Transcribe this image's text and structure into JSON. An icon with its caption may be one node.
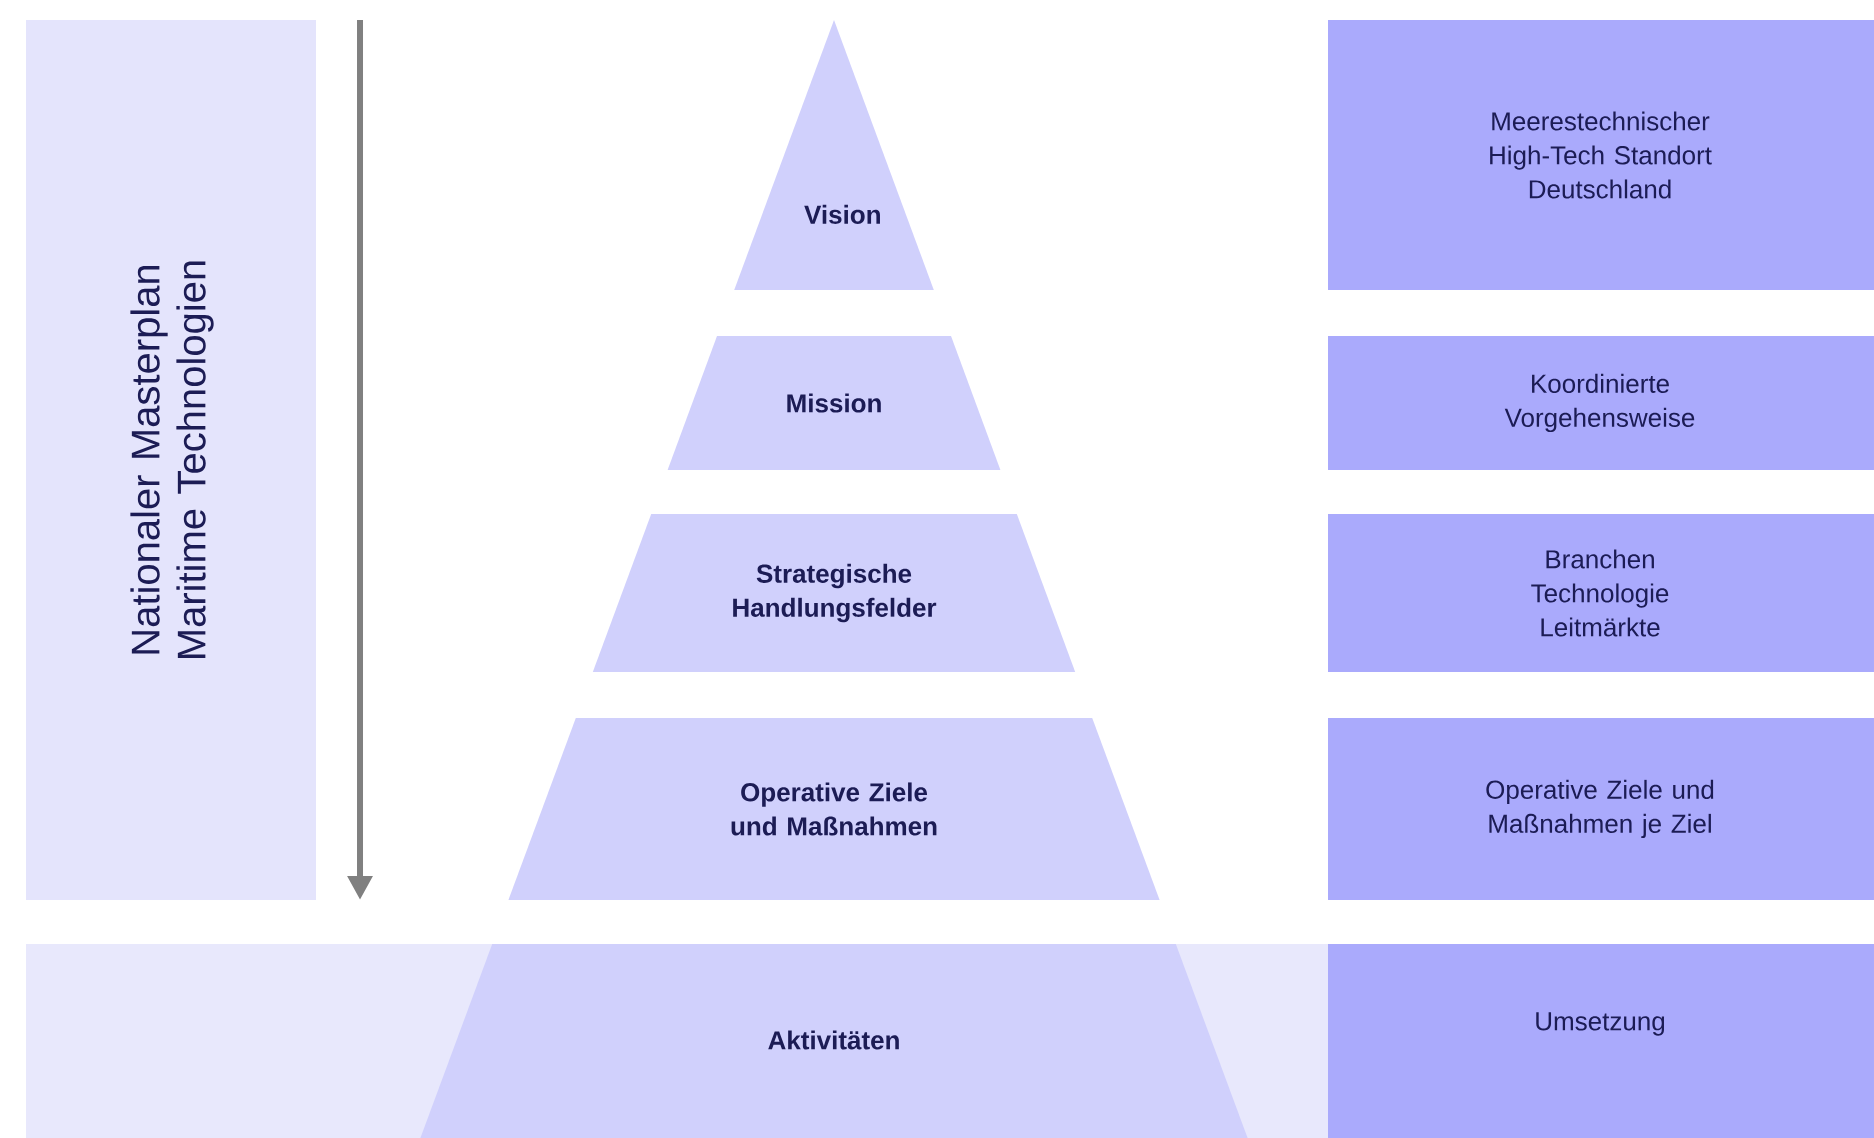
{
  "diagram": {
    "nodes": [
      {
        "text": [
          "Nationaler Masterplan Maritime Technologien"
        ]
      },
      {
        "text": [
          "Vision"
        ]
      },
      {
        "text": [
          "Mission"
        ]
      },
      {
        "text": [
          "Strategische Handlungsfelder"
        ]
      },
      {
        "text": [
          "Operative Ziele und Maßnahmen"
        ]
      },
      {
        "text": [
          "Aktivitäten"
        ]
      },
      {
        "text": [
          "Meerestechnischer High-Tech Standort Deutschland"
        ]
      },
      {
        "text": [
          "Koordinierte Vorgehensweise"
        ]
      },
      {
        "text": [
          "Branchen Technologie Leitmärkte"
        ]
      },
      {
        "text": [
          "Operative Ziele und Maßnahmen je Ziel"
        ]
      },
      {
        "text": [
          "Umsetzung"
        ]
      }
    ]
  }
}
